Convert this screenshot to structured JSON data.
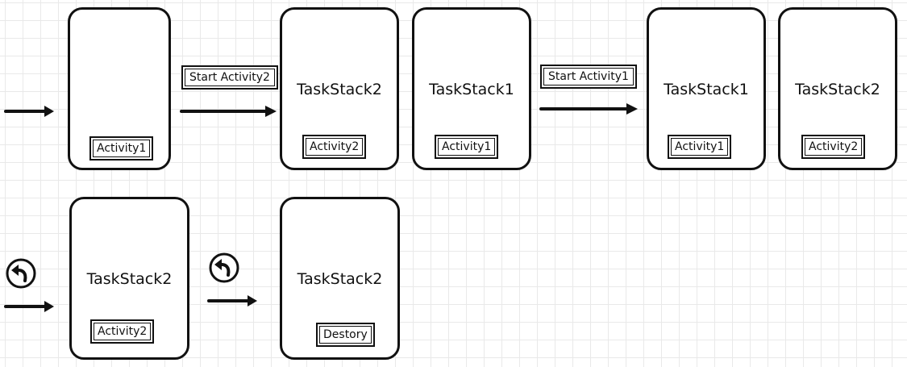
{
  "rows": [
    {
      "stacks": [
        {
          "title": "",
          "activity": "Activity1"
        },
        {
          "title": "TaskStack2",
          "activity": "Activity2"
        },
        {
          "title": "TaskStack1",
          "activity": "Activity1"
        },
        {
          "title": "TaskStack1",
          "activity": "Activity1"
        },
        {
          "title": "TaskStack2",
          "activity": "Activity2"
        }
      ],
      "actions": [
        "Start Activity2",
        "Start Activity1"
      ]
    },
    {
      "stacks": [
        {
          "title": "TaskStack2",
          "activity": "Activity2"
        },
        {
          "title": "TaskStack2",
          "activity": "Destory"
        }
      ]
    }
  ],
  "icons": {
    "arrow": "right-arrow-icon",
    "back": "back-arrow-icon"
  },
  "colors": {
    "stroke": "#111111",
    "grid": "#e9e9e9"
  }
}
